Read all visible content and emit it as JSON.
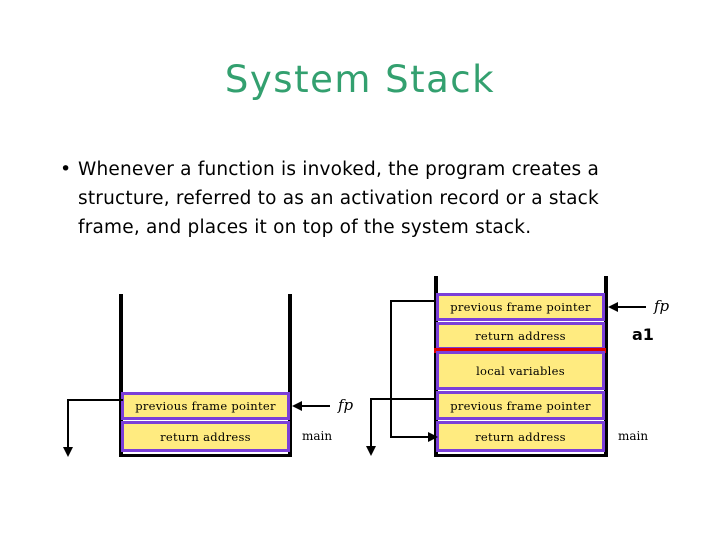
{
  "slide": {
    "title": "System Stack",
    "bullets": [
      {
        "marker": "•",
        "text": "Whenever a function is invoked, the program creates a structure, referred to as an activation record or a stack frame, and places it on top of the system stack."
      }
    ]
  },
  "colors": {
    "title_green": "#33A06F",
    "frame_fill": "#FFEB80",
    "frame_border": "#7B3FD9",
    "divider_red": "#E00000",
    "wall_black": "#000000",
    "text_black": "#000000"
  },
  "diagram_left": {
    "caption": "main",
    "pointer_label": "fp",
    "frames": [
      {
        "label": "previous frame pointer"
      },
      {
        "label": "return address"
      }
    ]
  },
  "diagram_right": {
    "caption": "main",
    "pointer_label": "fp",
    "active_frame_label": "a1",
    "frames": [
      {
        "label": "previous frame pointer"
      },
      {
        "label": "return address"
      },
      {
        "label": "local variables"
      },
      {
        "label": "previous frame pointer"
      },
      {
        "label": "return address"
      }
    ]
  }
}
